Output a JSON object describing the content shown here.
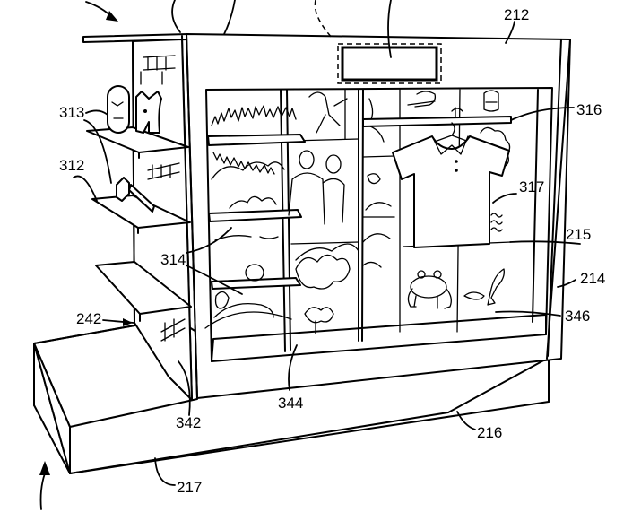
{
  "figure": {
    "description": "Perspective patent drawing of a display fixture with side shelving, display window, hanging garment and base",
    "stroke_color": "#000000",
    "background_color": "#ffffff"
  },
  "labels": [
    {
      "id": "212",
      "text": "212",
      "refers_to": "top-housing"
    },
    {
      "id": "316",
      "text": "316",
      "refers_to": "hanging-rod"
    },
    {
      "id": "313",
      "text": "313",
      "refers_to": "merchandise-figurines"
    },
    {
      "id": "312",
      "text": "312",
      "refers_to": "side-shelves"
    },
    {
      "id": "317",
      "text": "317",
      "refers_to": "garment"
    },
    {
      "id": "215",
      "text": "215",
      "refers_to": "display-window-frame"
    },
    {
      "id": "314",
      "text": "314",
      "refers_to": "window-shelves"
    },
    {
      "id": "214",
      "text": "214",
      "refers_to": "cabinet-side"
    },
    {
      "id": "242",
      "text": "242",
      "refers_to": "side-panel-edge"
    },
    {
      "id": "346",
      "text": "346",
      "refers_to": "right-display-panel"
    },
    {
      "id": "342",
      "text": "342",
      "refers_to": "side-display-panel"
    },
    {
      "id": "344",
      "text": "344",
      "refers_to": "center-display-panel"
    },
    {
      "id": "216",
      "text": "216",
      "refers_to": "base-top-edge"
    },
    {
      "id": "217",
      "text": "217",
      "refers_to": "base-front"
    }
  ]
}
